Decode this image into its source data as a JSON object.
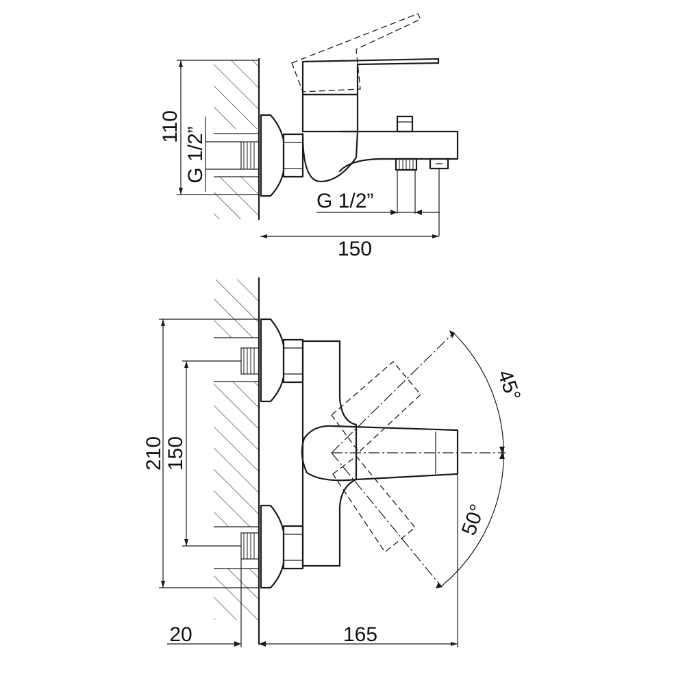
{
  "side_view": {
    "height_dim": "110",
    "wall_thread": "G 1/2”",
    "outlet_thread": "G 1/2”",
    "depth_dim": "150"
  },
  "front_view": {
    "overall_height_dim": "210",
    "inlet_spacing_dim": "150",
    "wall_offset_dim": "20",
    "projection_dim": "165",
    "lever_up_angle": "45°",
    "lever_down_angle": "50°"
  }
}
